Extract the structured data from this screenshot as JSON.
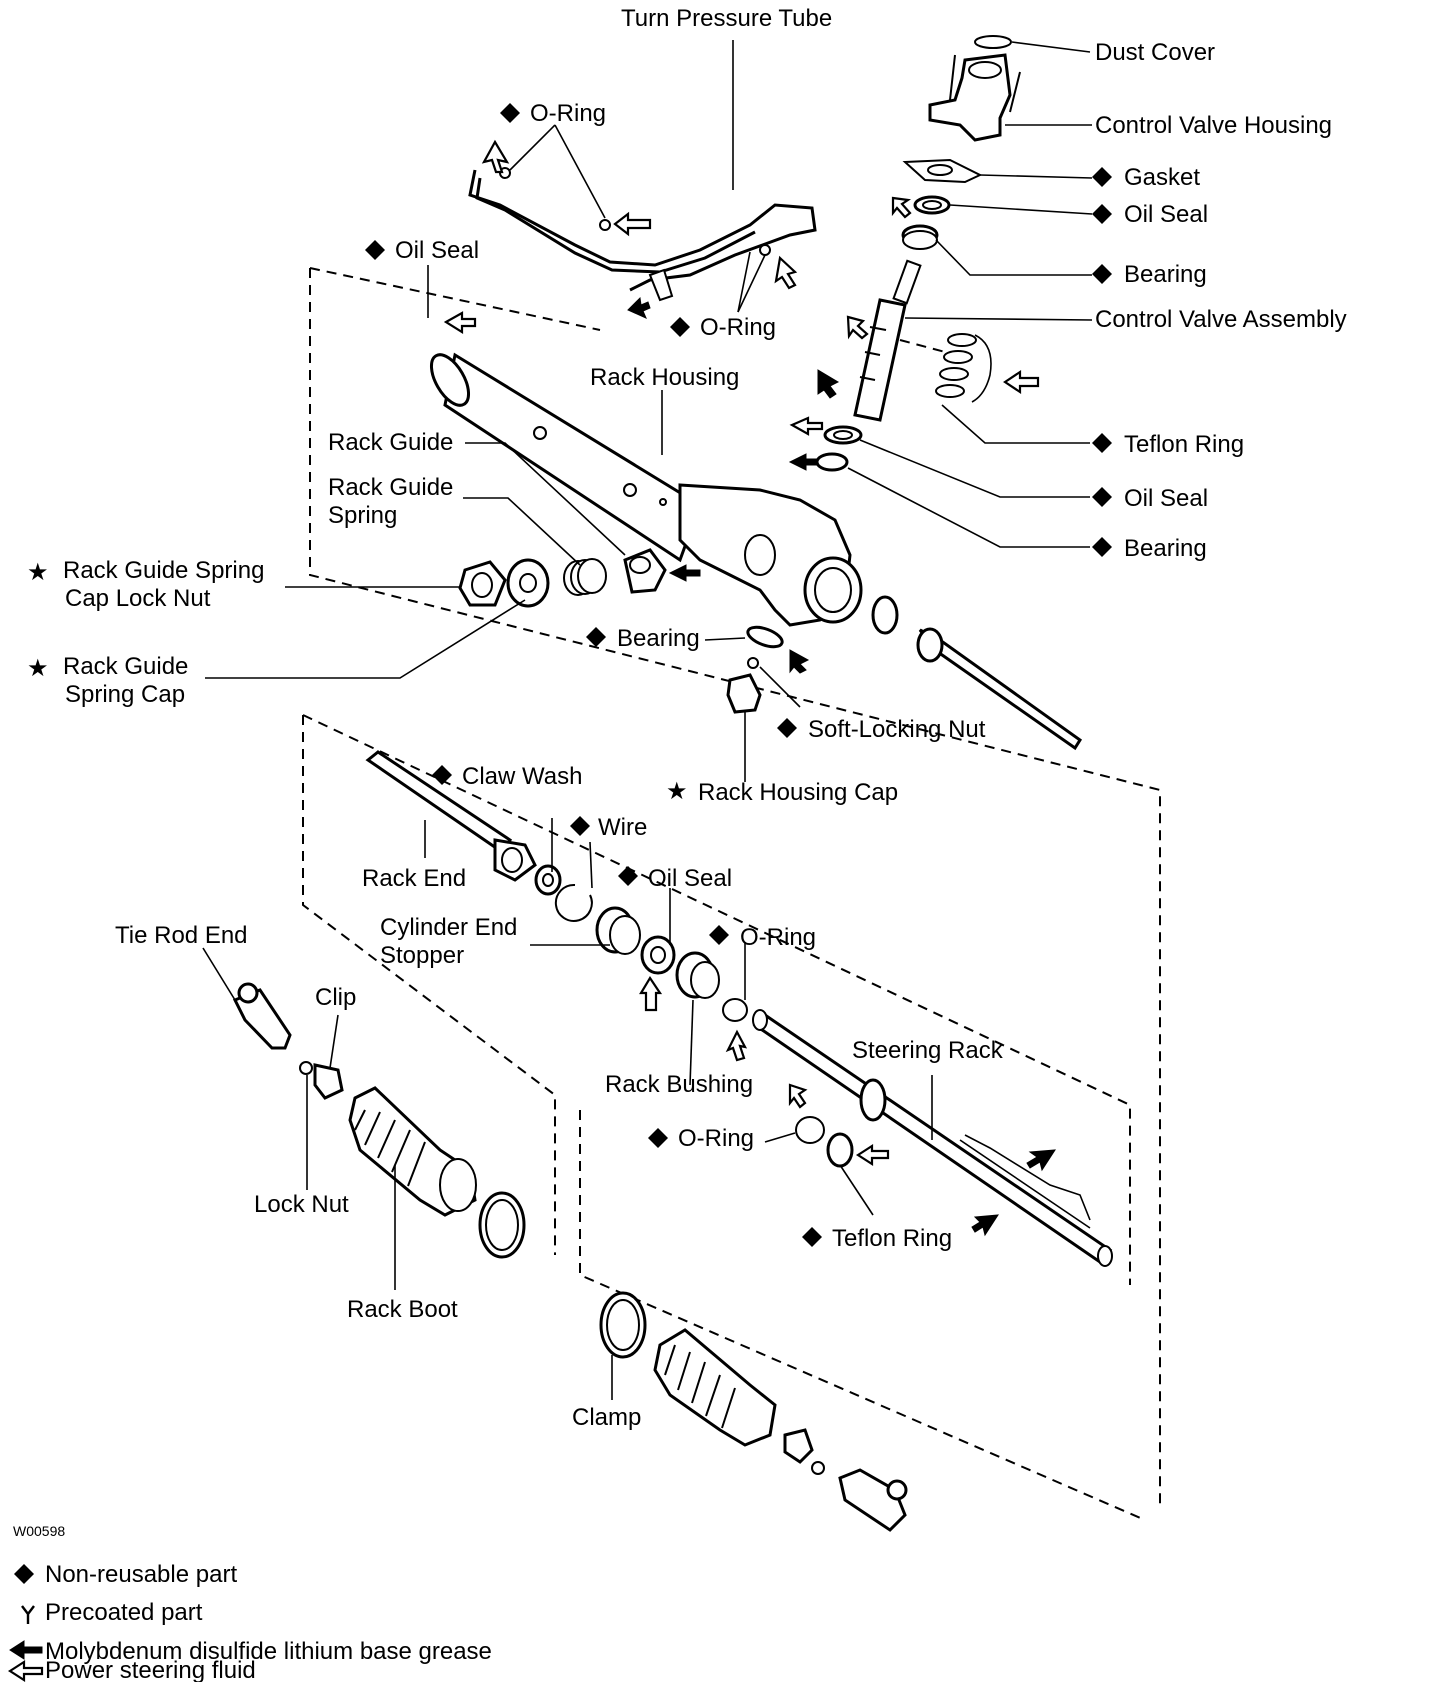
{
  "figure_id": "W00598",
  "labels": {
    "turn_pressure_tube": "Turn Pressure Tube",
    "dust_cover": "Dust Cover",
    "control_valve_housing": "Control Valve Housing",
    "o_ring_top": "O-Ring",
    "gasket": "Gasket",
    "oil_seal_valve": "Oil Seal",
    "oil_seal_left": "Oil Seal",
    "bearing_valve": "Bearing",
    "o_ring_tube": "O-Ring",
    "control_valve_assembly": "Control Valve Assembly",
    "rack_housing": "Rack Housing",
    "rack_guide": "Rack Guide",
    "teflon_ring_valve": "Teflon Ring",
    "rack_guide_spring_l1": "Rack Guide",
    "rack_guide_spring_l2": "Spring",
    "oil_seal_housing": "Oil Seal",
    "bearing_housing": "Bearing",
    "lock_nut_cap_l1": "Rack Guide Spring",
    "lock_nut_cap_l2": "Cap Lock Nut",
    "bearing_lower": "Bearing",
    "spring_cap_l1": "Rack Guide",
    "spring_cap_l2": "Spring Cap",
    "soft_locking_nut": "Soft-Locking Nut",
    "claw_wash": "Claw Wash",
    "rack_housing_cap": "Rack Housing Cap",
    "wire": "Wire",
    "rack_end": "Rack End",
    "oil_seal_rack": "Oil Seal",
    "cylinder_end_stopper_l1": "Cylinder End",
    "cylinder_end_stopper_l2": "Stopper",
    "tie_rod_end": "Tie Rod End",
    "o_ring_rack": "O-Ring",
    "clip": "Clip",
    "steering_rack": "Steering Rack",
    "rack_bushing": "Rack Bushing",
    "o_ring_lower": "O-Ring",
    "lock_nut": "Lock Nut",
    "teflon_ring_lower": "Teflon Ring",
    "rack_boot": "Rack Boot",
    "clamp": "Clamp"
  },
  "legend": {
    "non_reusable": "Non-reusable part",
    "precoated": "Precoated part",
    "molybdenum": "Molybdenum disulfide lithium base grease",
    "power_steering": "Power steering fluid"
  }
}
